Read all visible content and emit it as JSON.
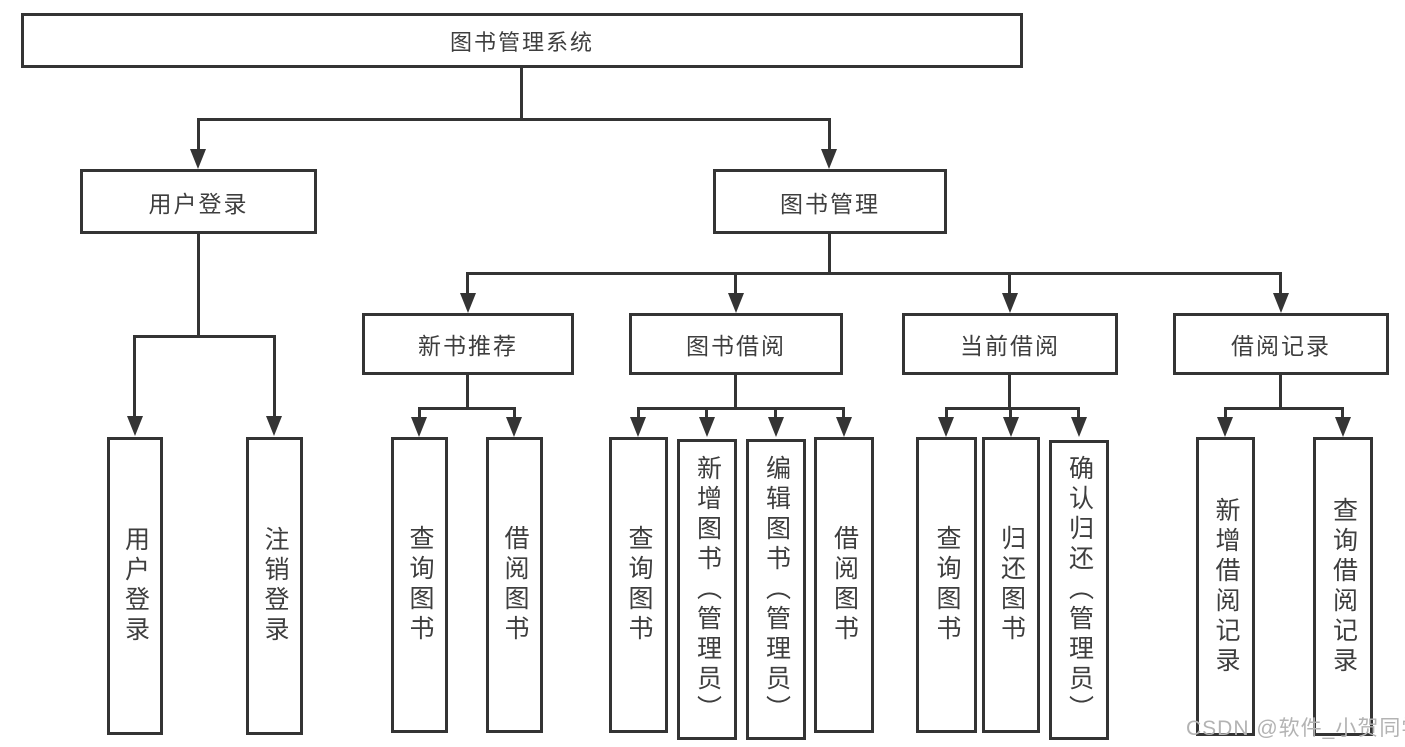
{
  "diagram": {
    "root": "图书管理系统",
    "user_branch": {
      "label": "用户登录",
      "children": [
        "用户登录",
        "注销登录"
      ]
    },
    "book_branch": {
      "label": "图书管理",
      "groups": [
        {
          "label": "新书推荐",
          "children": [
            "查询图书",
            "借阅图书"
          ]
        },
        {
          "label": "图书借阅",
          "children": [
            "查询图书",
            "新增图书（管理员）",
            "编辑图书（管理员）",
            "借阅图书"
          ]
        },
        {
          "label": "当前借阅",
          "children": [
            "查询图书",
            "归还图书",
            "确认归还（管理员）"
          ]
        },
        {
          "label": "借阅记录",
          "children": [
            "新增借阅记录",
            "查询借阅记录"
          ]
        }
      ]
    }
  },
  "watermark": "CSDN @软件_小贺同学",
  "colors": {
    "line": "#343434",
    "text": "#3e3e3e",
    "watermark": "#b3b3b3",
    "background": "#ffffff"
  }
}
